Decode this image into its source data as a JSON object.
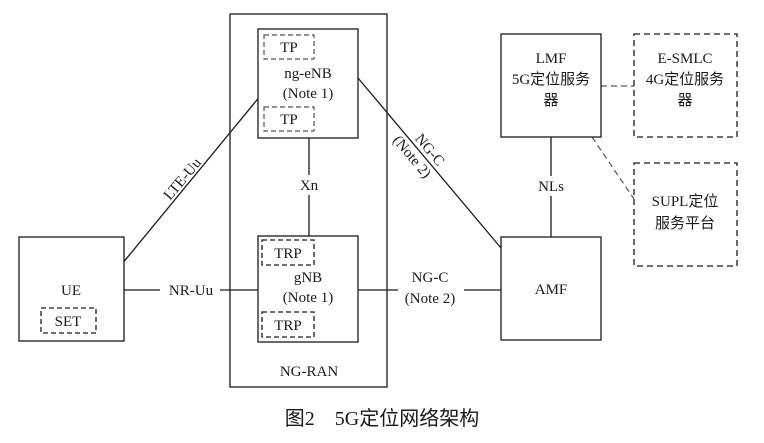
{
  "nodes": {
    "ng_ran": "NG-RAN",
    "ng_enb": {
      "name": "ng-eNB",
      "note": "(Note 1)",
      "tp_top": "TP",
      "tp_bottom": "TP"
    },
    "gnb": {
      "name": "gNB",
      "note": "(Note 1)",
      "trp_top": "TRP",
      "trp_bottom": "TRP"
    },
    "ue": {
      "name": "UE",
      "set": "SET"
    },
    "lmf": {
      "line1": "LMF",
      "line2": "5G定位服务",
      "line3": "器"
    },
    "esmlc": {
      "line1": "E-SMLC",
      "line2": "4G定位服务",
      "line3": "器"
    },
    "supl": {
      "line1": "SUPL定位",
      "line2": "服务平台"
    },
    "amf": "AMF"
  },
  "links": {
    "lte_uu": "LTE-Uu",
    "nr_uu": "NR-Uu",
    "xn": "Xn",
    "ngc_upper": {
      "line1": "NG-C",
      "line2": "(Note 2)"
    },
    "ngc_lower": {
      "line1": "NG-C",
      "line2": "(Note 2)"
    },
    "nls": "NLs"
  },
  "caption": "图2　5G定位网络架构",
  "colors": {
    "line": "#1a1a1a",
    "dash": "#555555",
    "background": "#ffffff"
  }
}
